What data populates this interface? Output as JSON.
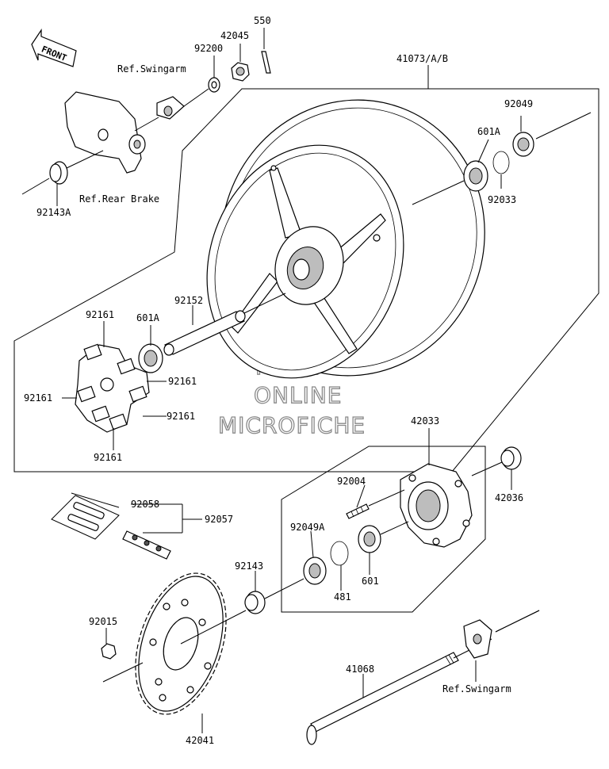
{
  "diagram": {
    "front_badge": "FRONT",
    "watermark": [
      "HLSM'S",
      "ONLINE",
      "MICROFICHE"
    ],
    "refs": {
      "swingarm_top": "Ref.Swingarm",
      "rear_brake": "Ref.Rear Brake",
      "swingarm_bottom": "Ref.Swingarm"
    },
    "parts": {
      "p550": "550",
      "p42045": "42045",
      "p92200": "92200",
      "p41073": "41073/A/B",
      "p92049": "92049",
      "p601A_top": "601A",
      "p92033": "92033",
      "p92143A": "92143A",
      "p92152": "92152",
      "p601A_mid": "601A",
      "p92161_a": "92161",
      "p92161_b": "92161",
      "p92161_c": "92161",
      "p92161_d": "92161",
      "p92161_e": "92161",
      "p42033": "42033",
      "p92004": "92004",
      "p42036": "42036",
      "p92058": "92058",
      "p92057": "92057",
      "p92049A": "92049A",
      "p601": "601",
      "p481": "481",
      "p92143": "92143",
      "p92015": "92015",
      "p41068": "41068",
      "p42041": "42041"
    }
  }
}
